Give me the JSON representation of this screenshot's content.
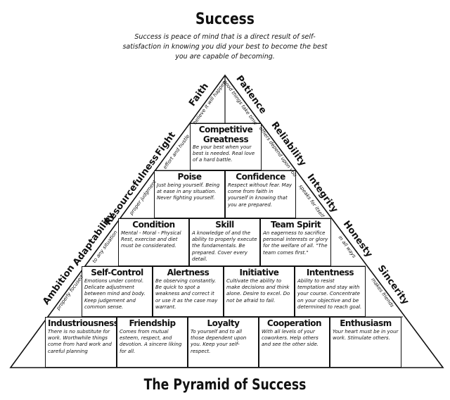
{
  "title": "Success",
  "subtitle": "Success is peace of mind that is a direct result of self-satisfaction in knowing you did your best to become the best you are capable of becoming.",
  "footer": "The Pyramid of Success",
  "blocks": [
    {
      "name": "Competitive Greatness",
      "desc": "Be your best when your best is needed. Real love of a hard battle."
    },
    {
      "name": "Poise",
      "desc": "Just being yourself. Being at ease in any situation. Never fighting yourself."
    },
    {
      "name": "Confidence",
      "desc": "Respect without fear. May come from faith in yourself in knowing that you are prepared."
    },
    {
      "name": "Condition",
      "desc": "Mental - Moral - Physical Rest, exercise and diet must be considerated."
    },
    {
      "name": "Skill",
      "desc": "A knowledge of and the ability to properly execute the fundamentals. Be prepared. Cover every detail."
    },
    {
      "name": "Team Spirit",
      "desc": "An eagerness to sacrifice personal interests or glory for the welfare of all. \"The team comes first.\""
    },
    {
      "name": "Self-Control",
      "desc": "Emotions under control. Delicate adjustment between mind and body. Keep judgement and common sense."
    },
    {
      "name": "Alertness",
      "desc": "Be observing constantly. Be quick to spot a weakness and correct it or use it as the case may warrant."
    },
    {
      "name": "Initiative",
      "desc": "Cultivate the ability to make decisions and think alone. Desire to excel. Do not be afraid to fail."
    },
    {
      "name": "Intentness",
      "desc": "Ability to resist temptation and stay with your course. Concentrate on your objective and be determined to reach goal."
    },
    {
      "name": "Industriousness",
      "desc": "There is no substitute for work. Worthwhile things come from hard work and careful planning"
    },
    {
      "name": "Friendship",
      "desc": "Comes from mutual esteem, respect, and devotion. A sincere liking for all."
    },
    {
      "name": "Loyalty",
      "desc": "To yourself and to all those dependent upon you. Keep your self-respect."
    },
    {
      "name": "Cooperation",
      "desc": "With all levels of your coworkers. Help others and see the other side."
    },
    {
      "name": "Enthusiasm",
      "desc": "Your heart must be in your work. Stimulate others."
    }
  ],
  "left_side": [
    {
      "name": "Faith",
      "note": "believe it will happen"
    },
    {
      "name": "Fight",
      "note": "effort and hustle"
    },
    {
      "name": "Resourcefulness",
      "note": "proper judgment"
    },
    {
      "name": "Adaptability",
      "note": "to any situation"
    },
    {
      "name": "Ambition",
      "note": "properly focused"
    }
  ],
  "right_side": [
    {
      "name": "Patience",
      "note": "good things take time"
    },
    {
      "name": "Reliability",
      "note": "others depend upon you"
    },
    {
      "name": "Integrity",
      "note": "speaks for itself"
    },
    {
      "name": "Honesty",
      "note": "in all ways"
    },
    {
      "name": "Sincerity",
      "note": "makes friends"
    }
  ]
}
